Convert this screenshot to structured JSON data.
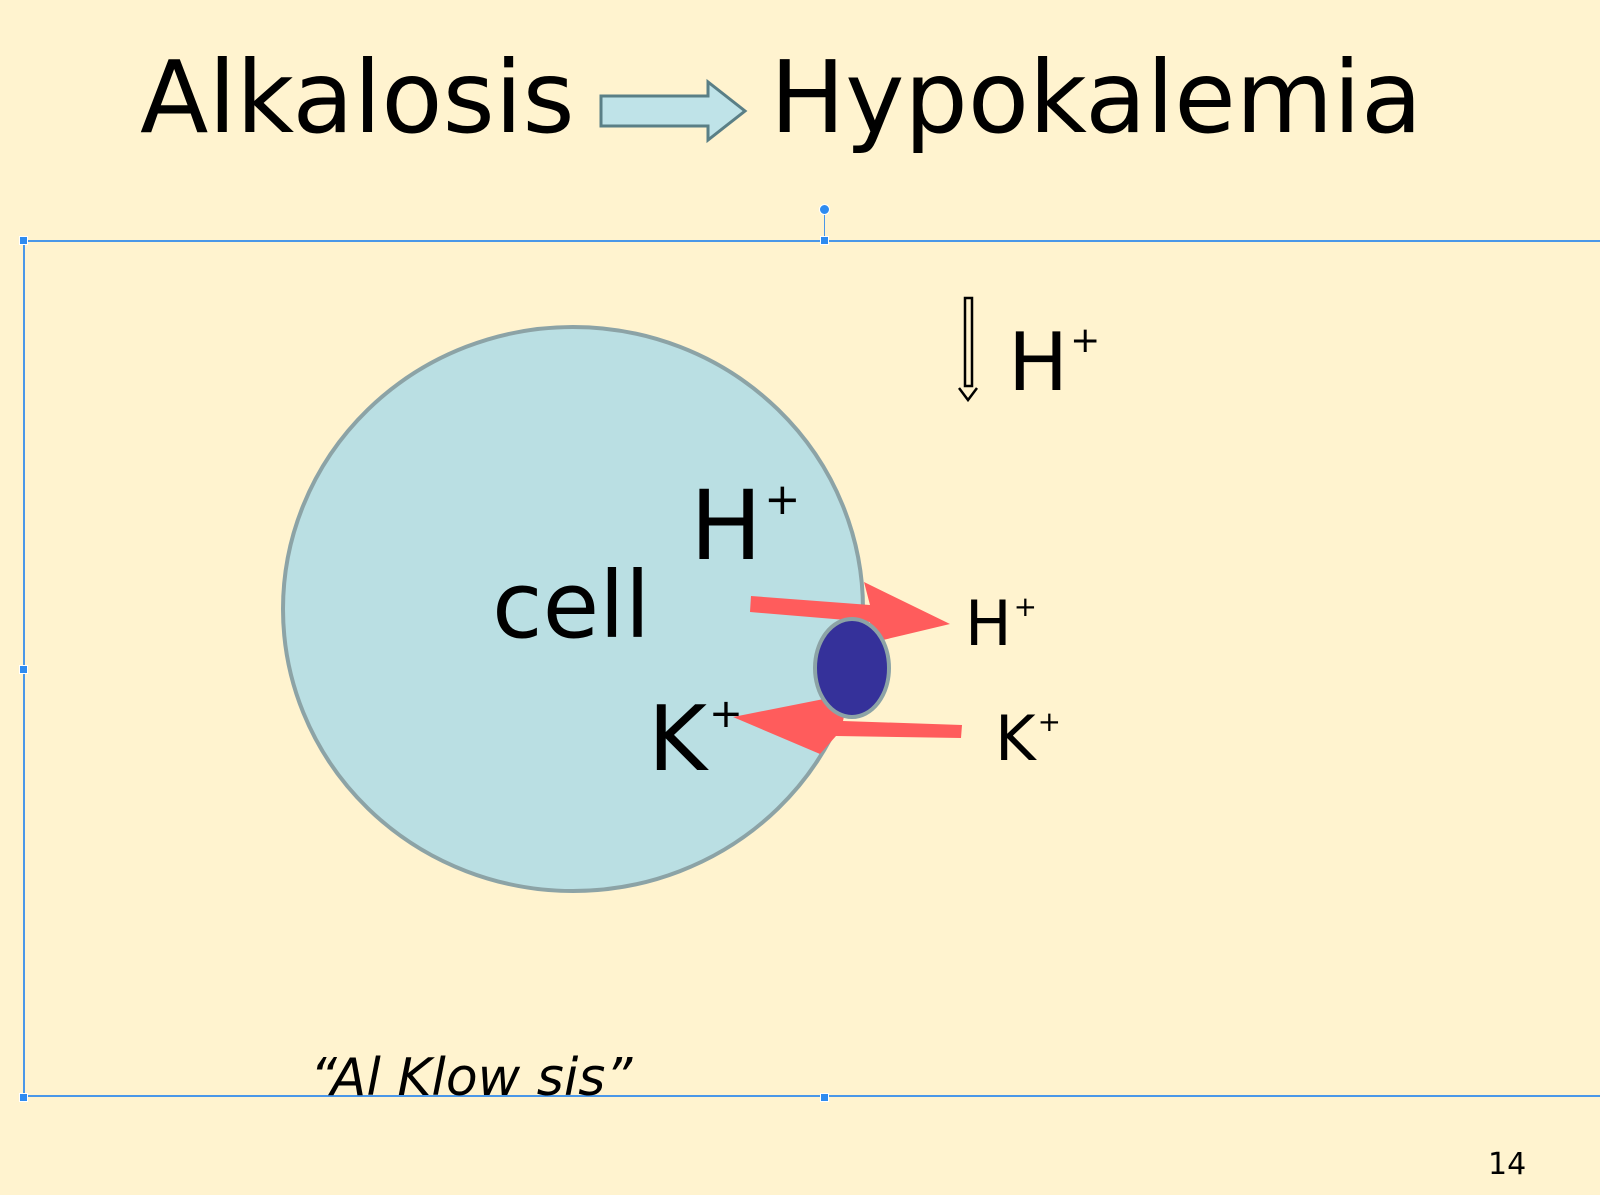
{
  "title": {
    "left": "Alkalosis",
    "right": "Hypokalemia"
  },
  "diagram": {
    "cell_label": "cell",
    "inside_h": "H",
    "inside_h_charge": "+",
    "inside_k": "K",
    "inside_k_charge": "+",
    "outside_h_decrease": "H",
    "outside_h_decrease_charge": "+",
    "outside_h": "H",
    "outside_h_charge": "+",
    "outside_k": "K",
    "outside_k_charge": "+",
    "colors": {
      "background": "#FFF3CF",
      "cell_fill": "#BADFE3",
      "cell_stroke": "#8CA3A6",
      "exchanger_fill": "#35319A",
      "exchange_arrow": "#FF5C5C",
      "title_arrow_fill": "#BFE3E8",
      "selection": "#4A97E8"
    }
  },
  "caption": "“Al Klow sis”",
  "page_number": "14"
}
